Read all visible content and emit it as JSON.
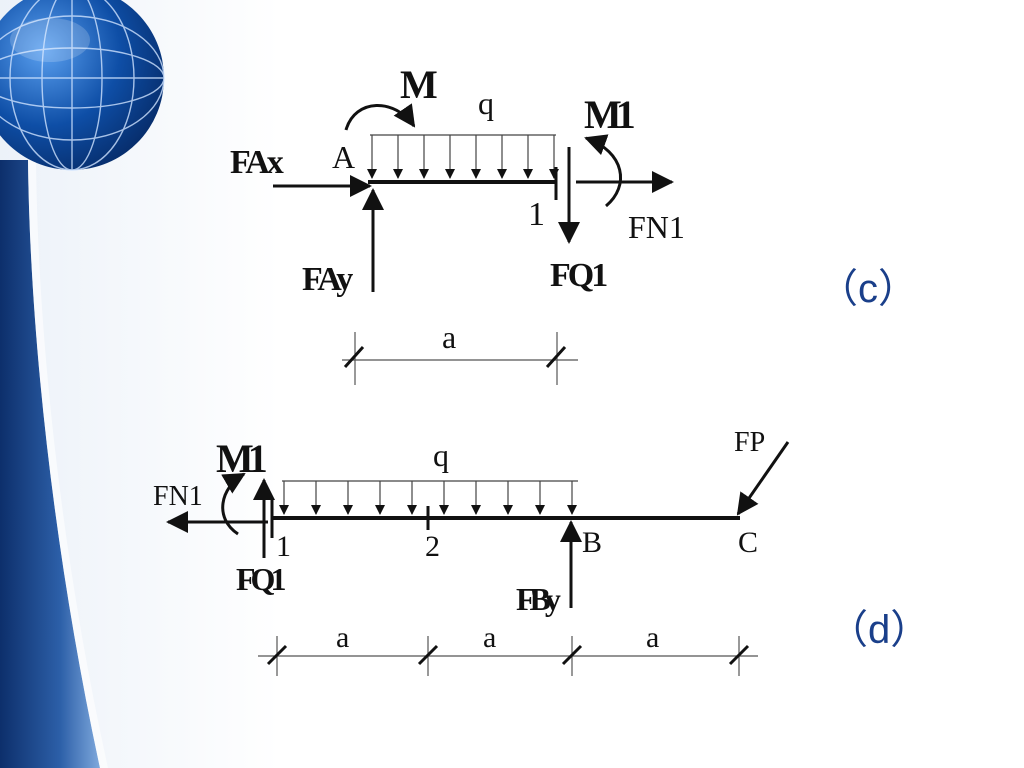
{
  "colors": {
    "sidebar_dark": "#0d2f6b",
    "sidebar_light": "#7ea8dc",
    "globe": "#0e4ea6",
    "caption": "#1a3f8a",
    "ink": "#111111"
  },
  "icons": [
    "globe-logo"
  ],
  "figure_c": {
    "moment_label": "M",
    "load_label": "q",
    "section_moment_label": "M1",
    "fax_label": "FAx",
    "point_a_label": "A",
    "fay_label": "FAy",
    "section_label": "1",
    "fn_label": "FN1",
    "fq_label": "FQ1",
    "dim_label": "a",
    "caption": "（c）"
  },
  "figure_d": {
    "moment_label": "M1",
    "load_label": "q",
    "fp_label": "FP",
    "fn_label": "FN1",
    "section1_label": "1",
    "section2_label": "2",
    "point_b_label": "B",
    "point_c_label": "C",
    "fq_label": "FQ1",
    "fby_label": "FBy",
    "dims": [
      "a",
      "a",
      "a"
    ],
    "caption": "（d）"
  }
}
